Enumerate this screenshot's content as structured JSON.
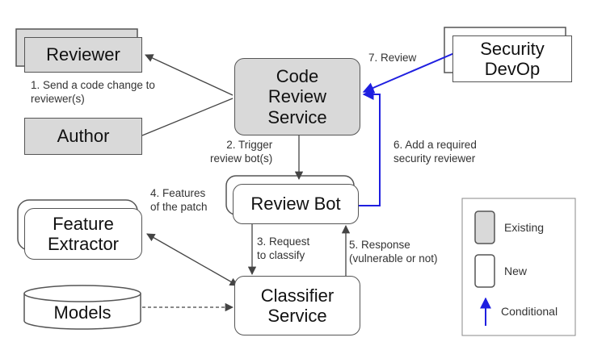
{
  "nodes": {
    "reviewer": "Reviewer",
    "author": "Author",
    "code_review_service": "Code\nReview\nService",
    "security_devop": "Security\nDevOp",
    "review_bot": "Review Bot",
    "feature_extractor": "Feature\nExtractor",
    "models": "Models",
    "classifier_service": "Classifier\nService"
  },
  "edges": {
    "send_code_change": "1. Send a code change to\nreviewer(s)",
    "trigger_bot": "2. Trigger\nreview bot(s)",
    "request_classify": "3. Request\nto classify",
    "features_patch": "4. Features\nof the patch",
    "response": "5. Response\n(vulnerable or not)",
    "add_reviewer": "6. Add a required\nsecurity reviewer",
    "review": "7. Review"
  },
  "legend": {
    "existing": "Existing",
    "new": "New",
    "conditional": "Conditional"
  },
  "colors": {
    "existing_fill": "#d9d9d9",
    "new_fill": "#ffffff",
    "conditional_arrow": "#1f1fe0",
    "normal_arrow": "#555555"
  }
}
